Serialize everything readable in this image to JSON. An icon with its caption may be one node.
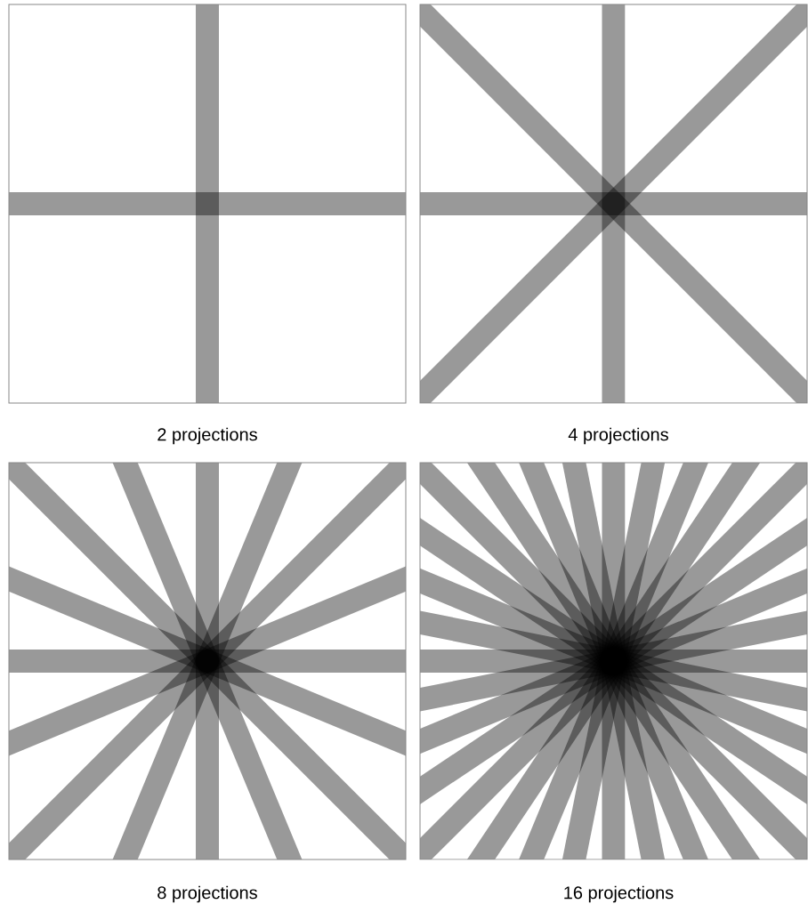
{
  "diagram": {
    "labels": [
      "2 projections",
      "4 projections",
      "8 projections",
      "16 projections"
    ]
  }
}
